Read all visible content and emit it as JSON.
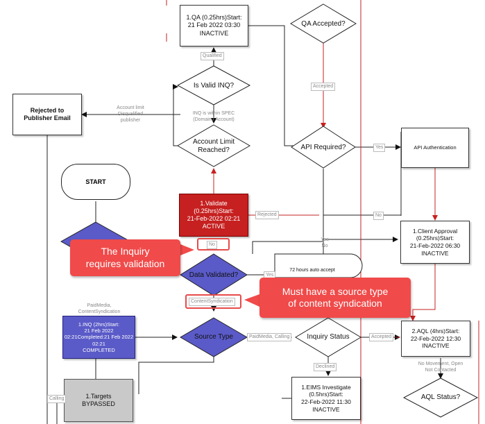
{
  "nodes": {
    "qa": [
      "1.QA (0.25hrs)Start:",
      "21 Feb 2022 03:30",
      "INACTIVE"
    ],
    "rejected": [
      "Rejected to",
      "Publisher Email"
    ],
    "start": "START",
    "validate": [
      "1.Validate",
      "(0.25hrs)Start:",
      "21-Feb-2022 02:21",
      "ACTIVE"
    ],
    "inq": [
      "1.INQ (2hrs)Start:",
      "21 Feb 2022",
      "02:21Completed:21 Feb 2022",
      "02:21",
      "COMPLETED"
    ],
    "targets": [
      "1.Targets",
      "BYPASSED"
    ],
    "eims": [
      "1.EIMS Investigate",
      "(0.5hrs)Start:",
      "22-Feb-2022 11:30",
      "INACTIVE"
    ],
    "api_auth": "API Authentication",
    "client_approval": [
      "1.Client Approval",
      "(0.25hrs)Start:",
      "21-Feb-2022 06:30",
      "INACTIVE"
    ],
    "aql": [
      "2.AQL (4hrs)Start:",
      "22-Feb-2022 12:30",
      "INACTIVE"
    ],
    "auto_accept": "72 hours auto accept"
  },
  "decisions": {
    "qa_accepted": "QA Accepted?",
    "valid_inq": "Is Valid INQ?",
    "account_limit": [
      "Account Limit",
      "Reached?"
    ],
    "api_required": "API Required?",
    "data_validated": "Data Validated?",
    "source_type": "Source Type",
    "inquiry_status": "Inquiry Status",
    "aql_status": "AQL Status?"
  },
  "edge_labels": {
    "qualified": "Qualified",
    "accepted_top": "Accepted",
    "account_limit": [
      "Account limit",
      "Disqualified",
      "publisher"
    ],
    "inq_spec": [
      "INQ is within SPEC",
      "(Domain / Account)"
    ],
    "yes_api": "Yes",
    "no_api": "No",
    "rejected": "Rejected",
    "no_validate": "No",
    "yes_no": [
      "Yes",
      "No"
    ],
    "yes_validated": "Yes",
    "paid_media_cs": [
      "PaidMedia,",
      "ContentSyndication"
    ],
    "content_syndication": "ContentSyndication",
    "paid_media_calling": "PaidMedia, Calling",
    "accepted_status": "Accepted",
    "declined": "Declined",
    "calling": "Calling",
    "no_movement": [
      "No Movement, Open",
      "Not Contacted"
    ]
  },
  "callouts": {
    "validation": [
      "The Inquiry",
      "requires validation"
    ],
    "source": [
      "Must have a source type",
      "of content syndication"
    ]
  },
  "colors": {
    "flow_red": "#c62020",
    "decision_blue": "#5a5ac8",
    "callout_red": "#f04a4a"
  }
}
